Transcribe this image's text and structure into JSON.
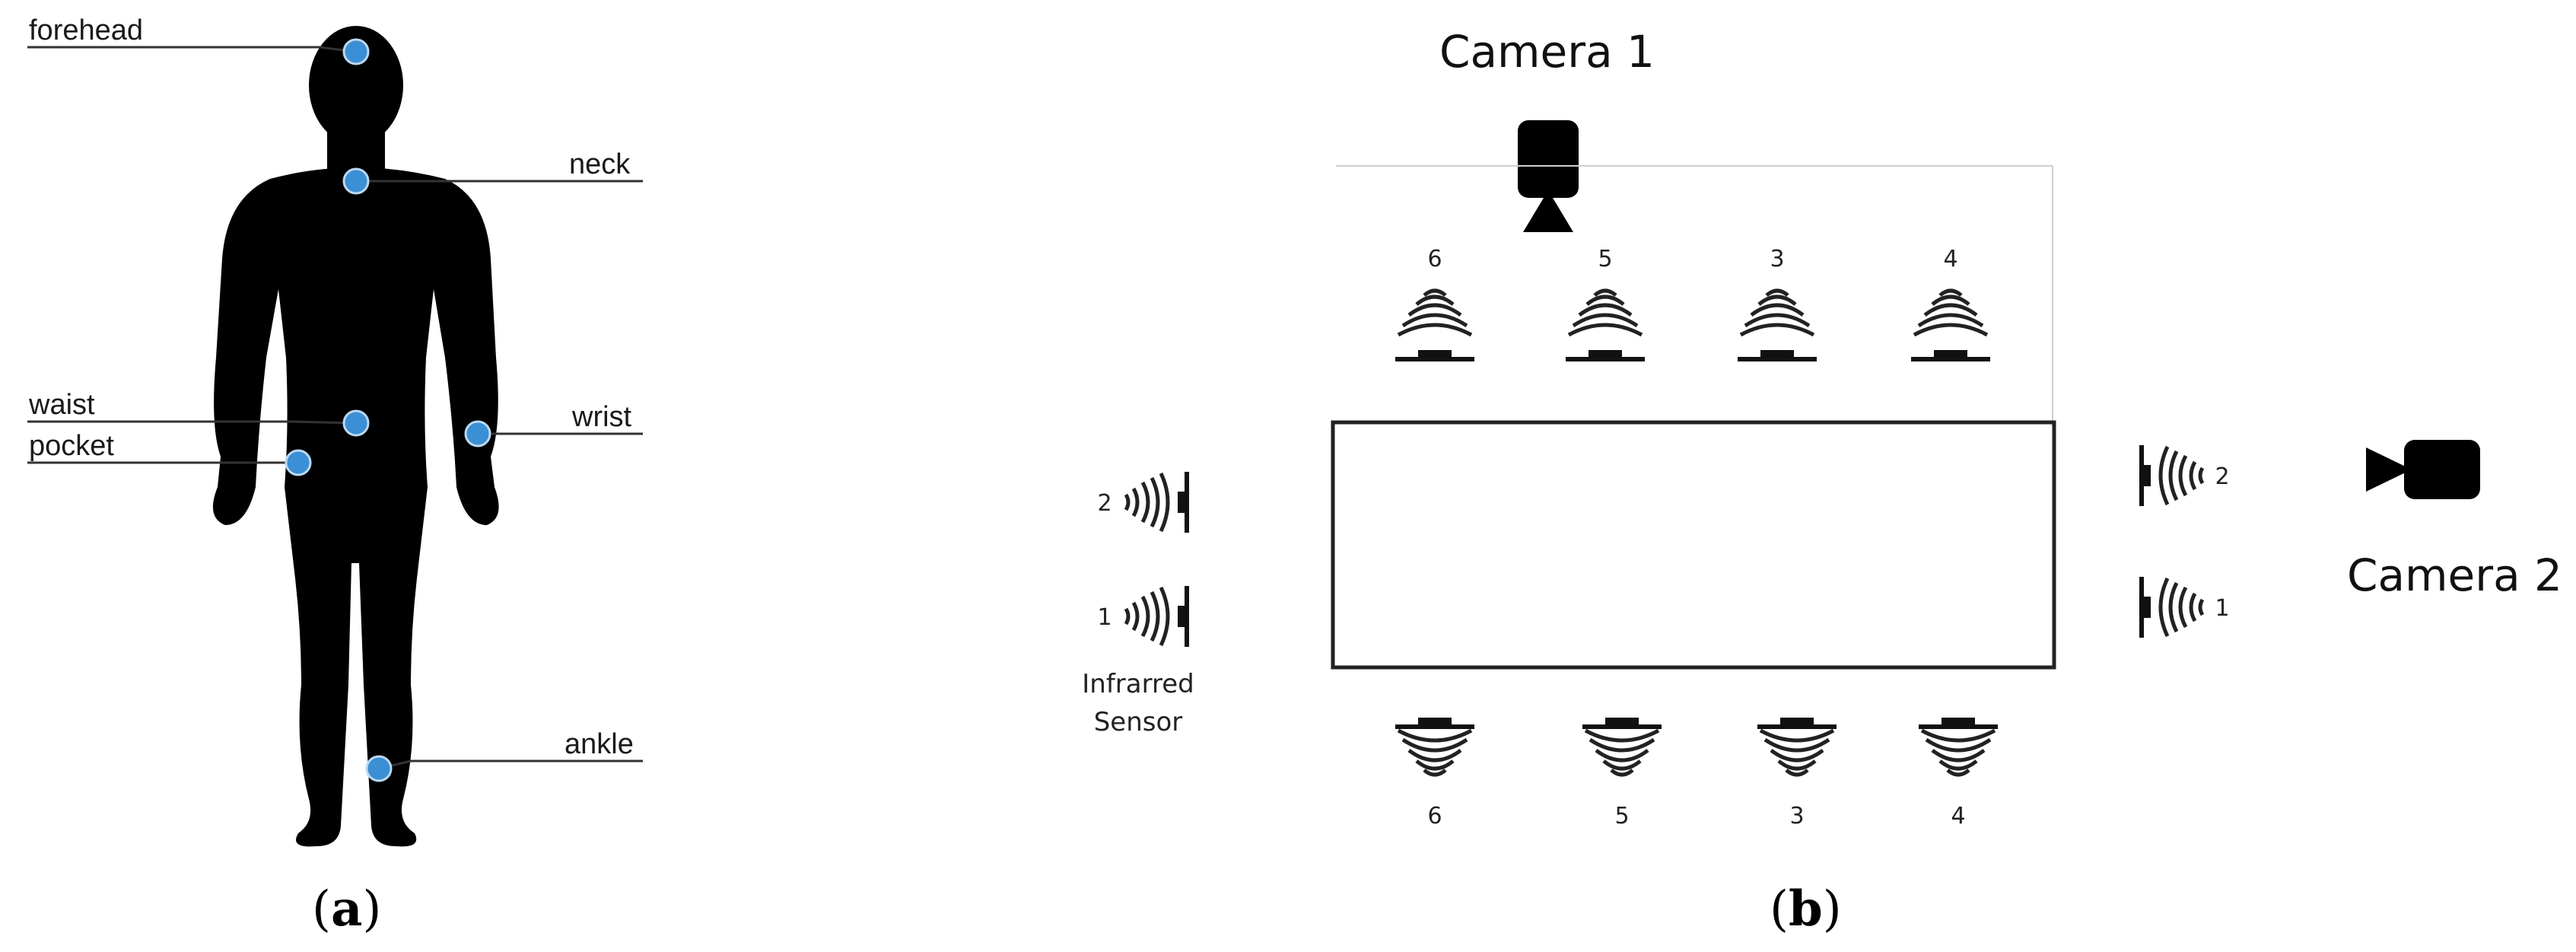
{
  "panel_a": {
    "caption_open": "(",
    "caption_letter": "a",
    "caption_close": ")",
    "markers": [
      {
        "label": "forehead"
      },
      {
        "label": "neck"
      },
      {
        "label": "waist"
      },
      {
        "label": "pocket"
      },
      {
        "label": "wrist"
      },
      {
        "label": "ankle"
      }
    ],
    "marker_color": "#3b8fd4",
    "silhouette_color": "#000000"
  },
  "panel_b": {
    "caption_open": "(",
    "caption_letter": "b",
    "caption_close": ")",
    "camera1_label": "Camera 1",
    "camera2_label": "Camera 2",
    "ir_label_line1": "Infrarred",
    "ir_label_line2": "Sensor",
    "top_sensors": [
      "6",
      "5",
      "3",
      "4"
    ],
    "bottom_sensors": [
      "6",
      "5",
      "3",
      "4"
    ],
    "left_sensors": [
      "2",
      "1"
    ],
    "right_sensors": [
      "2",
      "1"
    ]
  }
}
